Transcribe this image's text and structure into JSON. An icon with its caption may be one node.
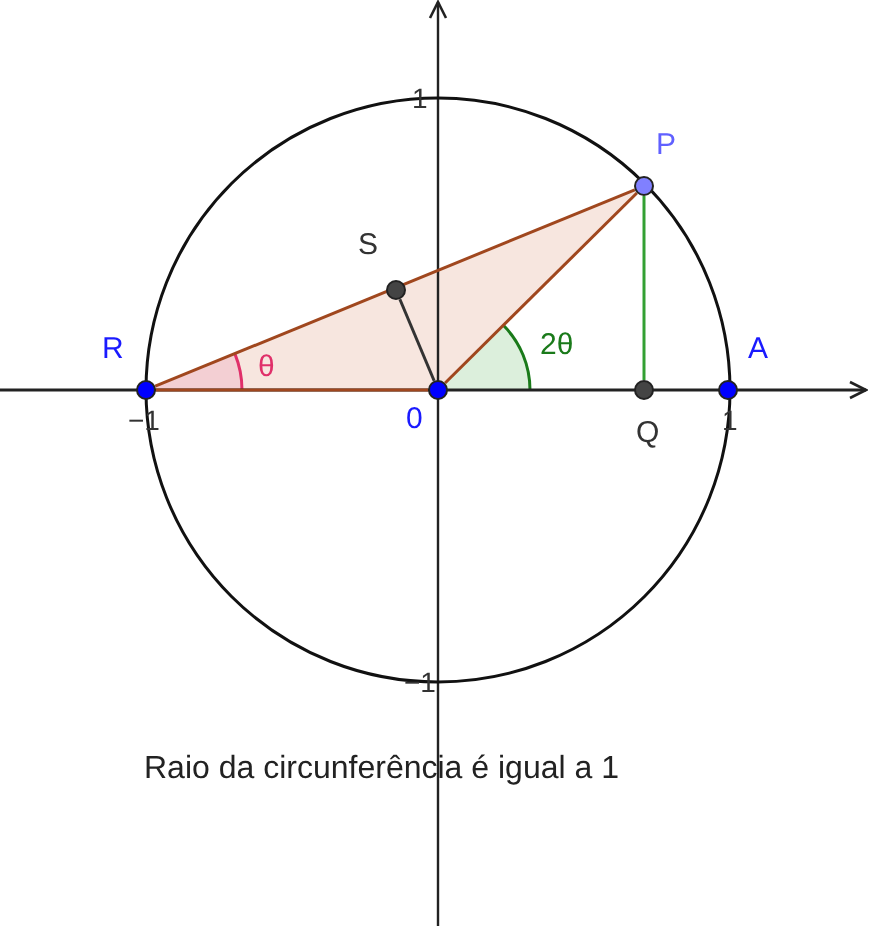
{
  "diagram": {
    "caption": "Raio da circunferência é igual a 1",
    "nodes": [
      {
        "text": [
          "R"
        ]
      },
      {
        "text": [
          "S"
        ]
      },
      {
        "text": [
          "0"
        ]
      },
      {
        "text": [
          "P"
        ]
      },
      {
        "text": [
          "Q"
        ]
      },
      {
        "text": [
          "A"
        ]
      }
    ],
    "edges": [
      {
        "from": 0,
        "to": 3,
        "arrow": "none"
      },
      {
        "from": 0,
        "to": 2,
        "arrow": "none"
      },
      {
        "from": 2,
        "to": 3,
        "arrow": "none"
      },
      {
        "from": 2,
        "to": 1,
        "arrow": "none",
        "color": "#333333"
      },
      {
        "from": 3,
        "to": 4,
        "arrow": "none",
        "color": "#33a033"
      }
    ],
    "labels": [
      "1",
      "−1",
      "1",
      "−1",
      "θ",
      "2θ"
    ]
  }
}
